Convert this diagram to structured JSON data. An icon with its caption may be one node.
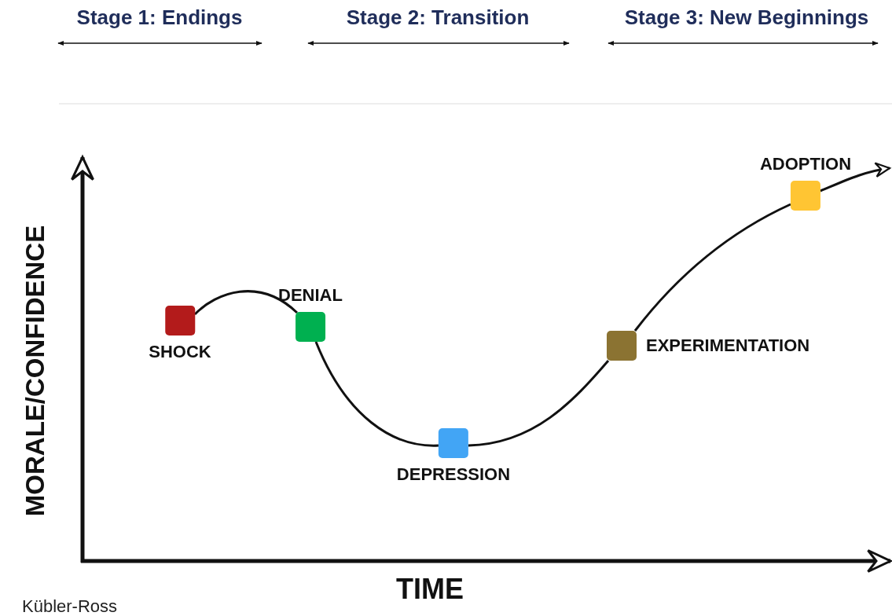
{
  "diagram": {
    "nodes": [
      {
        "text": [
          "SHOCK"
        ]
      },
      {
        "text": [
          "DENIAL"
        ]
      },
      {
        "text": [
          "DEPRESSION"
        ]
      },
      {
        "text": [
          "EXPERIMENTATION"
        ]
      },
      {
        "text": [
          "ADOPTION"
        ]
      }
    ],
    "edges": [
      {
        "from": 0,
        "to": 1,
        "arrow": "none"
      },
      {
        "from": 1,
        "to": 2,
        "arrow": "none"
      },
      {
        "from": 2,
        "to": 3,
        "arrow": "none"
      },
      {
        "from": 3,
        "to": 4,
        "arrow": "none"
      },
      {
        "from": 4,
        "to": null,
        "arrow": "to"
      }
    ],
    "labels": [
      "Stage 1: Endings",
      "Stage 2: Transition",
      "Stage 3: New Beginnings",
      "MORALE/CONFIDENCE",
      "TIME",
      "Kübler-Ross"
    ]
  }
}
